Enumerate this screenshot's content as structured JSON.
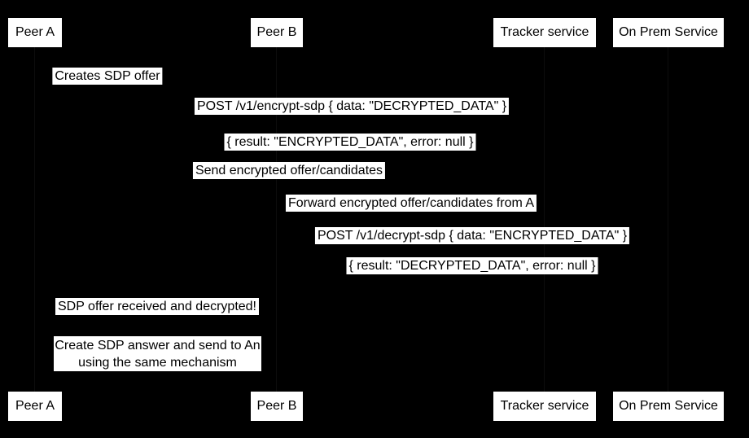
{
  "diagram": {
    "type": "sequence-diagram",
    "colors": {
      "background": "#000000",
      "box_fill": "#ffffff",
      "text": "#000000"
    }
  },
  "actors": [
    {
      "id": "peer-a",
      "label": "Peer A"
    },
    {
      "id": "peer-b",
      "label": "Peer B"
    },
    {
      "id": "tracker",
      "label": "Tracker service"
    },
    {
      "id": "onprem",
      "label": "On Prem Service"
    }
  ],
  "messages": [
    {
      "text": "Creates SDP offer"
    },
    {
      "text": "POST /v1/encrypt-sdp { data: \"DECRYPTED_DATA\" }"
    },
    {
      "text": "{ result: \"ENCRYPTED_DATA\", error: null }"
    },
    {
      "text": "Send encrypted offer/candidates"
    },
    {
      "text": "Forward encrypted offer/candidates from A"
    },
    {
      "text": "POST /v1/decrypt-sdp { data: \"ENCRYPTED_DATA\" }"
    },
    {
      "text": "{ result: \"DECRYPTED_DATA\", error: null }"
    },
    {
      "text": "SDP offer received and decrypted!"
    }
  ],
  "note": {
    "lines": [
      "Create SDP answer and send to An",
      "using the same mechanism"
    ]
  }
}
